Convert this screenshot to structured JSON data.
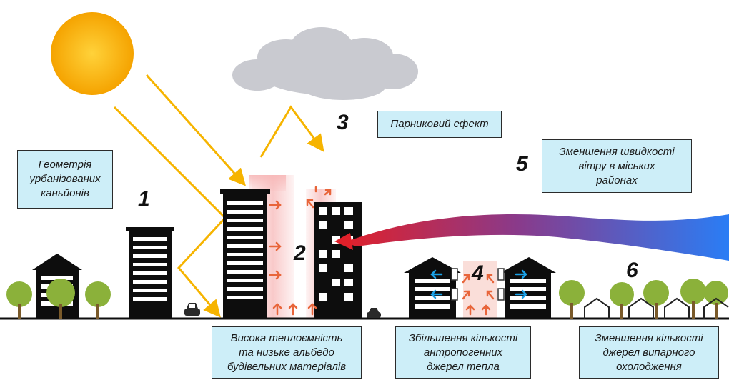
{
  "numbers": {
    "n1": "1",
    "n2": "2",
    "n3": "3",
    "n4": "4",
    "n5": "5",
    "n6": "6"
  },
  "labels": {
    "canyon_geometry": "Геометрія\nурбанізованих\nканьйонів",
    "greenhouse": "Парниковий ефект",
    "wind_speed": "Зменшення швидкості\nвітру в міських\nрайонах",
    "heat_capacity": "Висока теплоємність\nта низьке альбедо\nбудівельних матеріалів",
    "anthropogenic": "Збільшення кількості\nантропогенних\nджерел тепла",
    "evaporative": "Зменшення кількості\nджерел випарного\nохолодження"
  },
  "colors": {
    "sun": "#f5a300",
    "sun_glow": "#ffd23a",
    "sun_ray": "#f6b400",
    "heat_arrow": "#e8653a",
    "heat_glow": "#f7b8b8",
    "building": "#0d0d0d",
    "cloud": "#c9cad0",
    "tree": "#8bb13a",
    "trunk": "#7a5a2a",
    "wind_start": "#e0202a",
    "wind_end": "#2a7df5",
    "vent_arrow": "#1aa0e6",
    "label_bg": "#cdeef8"
  }
}
